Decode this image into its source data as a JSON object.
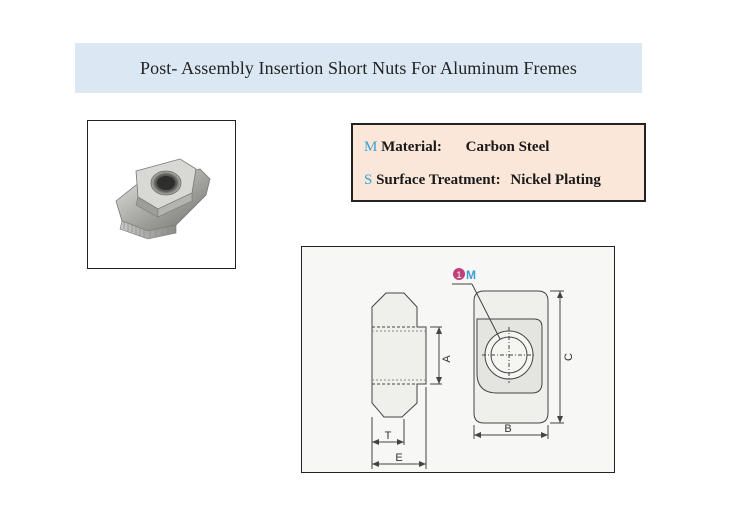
{
  "title": "Post- Assembly Insertion Short Nuts For Aluminum Fremes",
  "specs": {
    "material": {
      "letter": "M",
      "label": "Material:",
      "value": "Carbon Steel"
    },
    "surface": {
      "letter": "S",
      "label": "Surface Treatment:",
      "value": "Nickel Plating"
    }
  },
  "drawing": {
    "callout_number": "1",
    "callout_letter": "M",
    "dim_a": "A",
    "dim_b": "B",
    "dim_c": "C",
    "dim_t": "T",
    "dim_e": "E"
  },
  "colors": {
    "title_bg": "#dbe8f4",
    "spec_bg": "#fbe6da",
    "accent": "#3aa0d6",
    "callout": "#c2407a"
  }
}
